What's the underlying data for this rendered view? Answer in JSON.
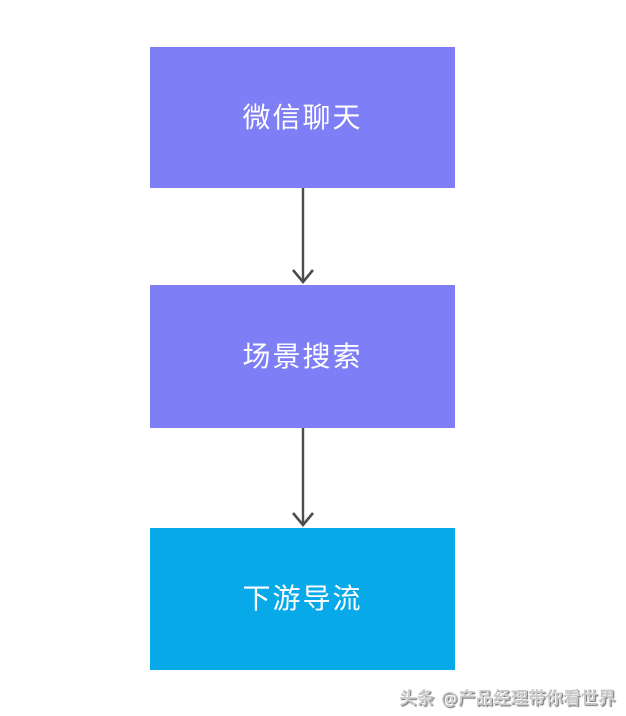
{
  "page": {
    "background": "#ffffff"
  },
  "diagram": {
    "type": "flowchart",
    "direction": "top-down",
    "nodes": [
      {
        "id": "wechat-chat",
        "label": "微信聊天",
        "fill": "#7e7ef6",
        "text_color": "#ffffff"
      },
      {
        "id": "scene-search",
        "label": "场景搜索",
        "fill": "#7e7ef6",
        "text_color": "#ffffff"
      },
      {
        "id": "downstream-traffic",
        "label": "下游导流",
        "fill": "#08a9e8",
        "text_color": "#ffffff"
      }
    ],
    "connectors": [
      {
        "from": "wechat-chat",
        "to": "scene-search",
        "style": "arrow-down",
        "color": "#4d4d4d"
      },
      {
        "from": "scene-search",
        "to": "downstream-traffic",
        "style": "arrow-down",
        "color": "#4d4d4d"
      }
    ]
  },
  "watermark": {
    "text": "头条 @产品经理带你看世界",
    "color": "#c9c9c9"
  }
}
